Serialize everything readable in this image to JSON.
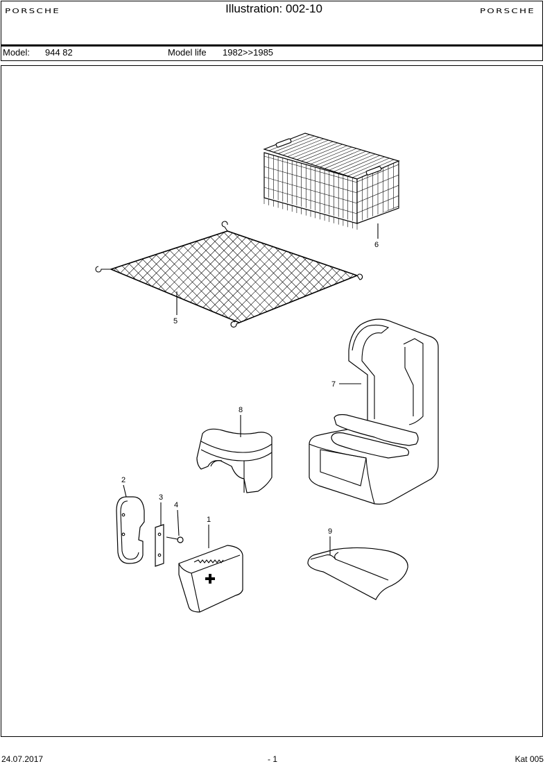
{
  "header": {
    "brand_left": "PORSCHE",
    "brand_right": "PORSCHE",
    "title": "Illustration: 002-10"
  },
  "model_bar": {
    "model_label": "Model:",
    "model_value": "944 82",
    "life_label": "Model life",
    "life_value": "1982>>1985"
  },
  "parts": [
    {
      "number": "1",
      "icon": "first-aid-kit-icon"
    },
    {
      "number": "2",
      "icon": "holder-strap-icon"
    },
    {
      "number": "3",
      "icon": "bracket-plate-icon"
    },
    {
      "number": "4",
      "icon": "screw-icon"
    },
    {
      "number": "5",
      "icon": "luggage-net-icon"
    },
    {
      "number": "6",
      "icon": "wire-basket-icon"
    },
    {
      "number": "7",
      "icon": "child-seat-icon"
    },
    {
      "number": "8",
      "icon": "booster-seat-icon"
    },
    {
      "number": "9",
      "icon": "seat-cushion-icon"
    }
  ],
  "footer": {
    "date": "24.07.2017",
    "page": "- 1",
    "catalog": "Kat 005"
  }
}
